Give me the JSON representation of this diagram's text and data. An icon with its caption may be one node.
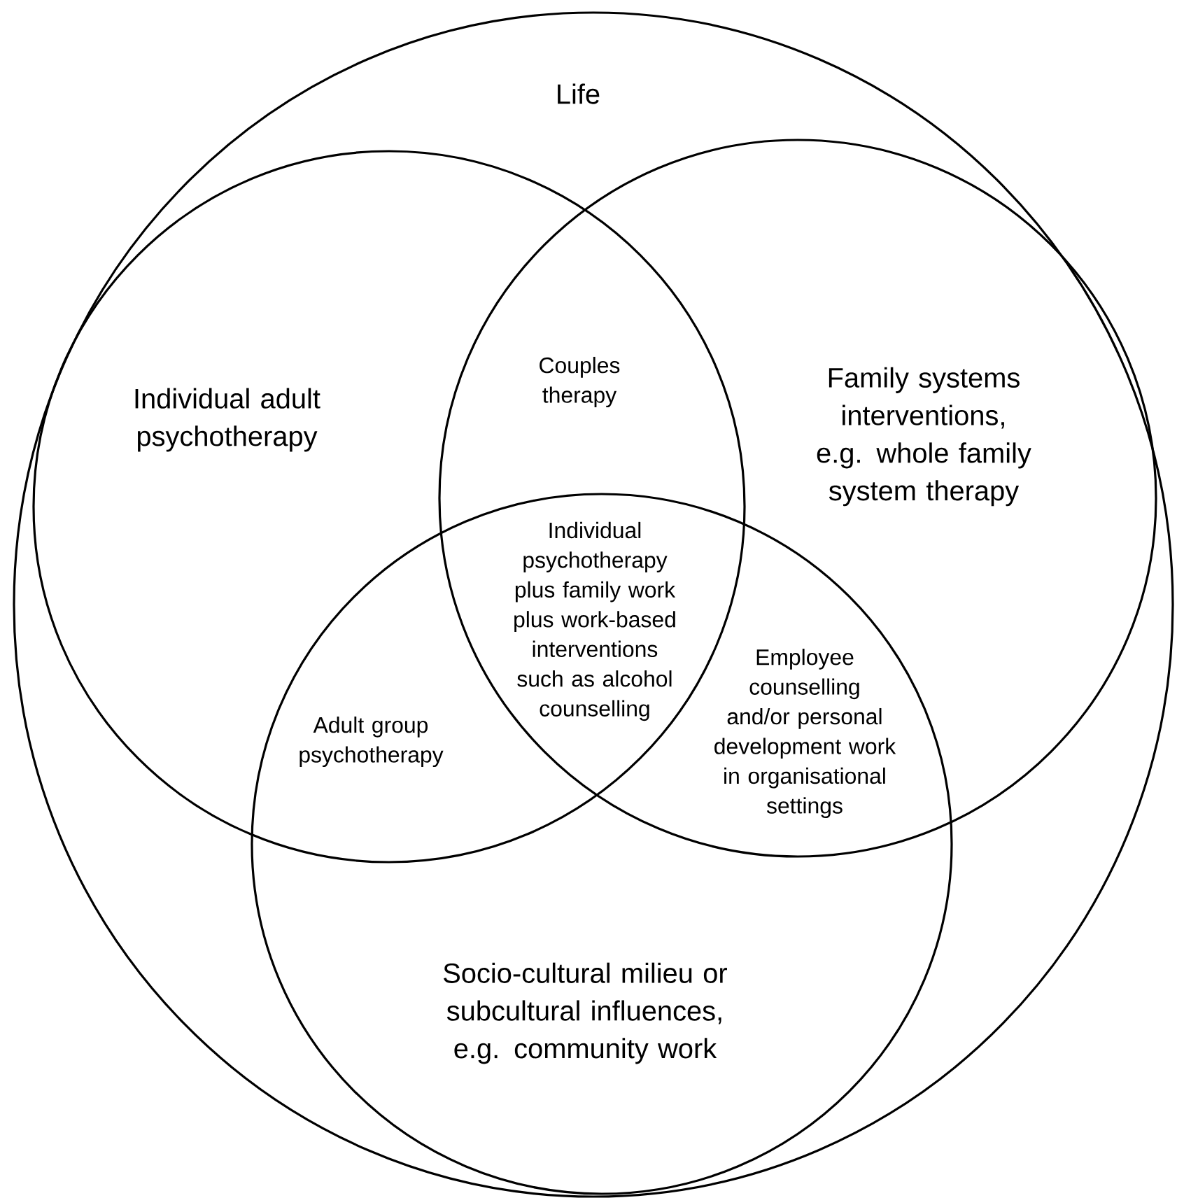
{
  "diagram": {
    "nodes": [
      {
        "text": [
          "Life"
        ]
      },
      {
        "text": [
          "Individual adult psychotherapy"
        ],
        "in": 0
      },
      {
        "text": [
          "Family systems interventions, e.g. whole family system therapy"
        ],
        "in": 0
      },
      {
        "text": [
          "Socio-cultural milieu or subcultural influences, e.g. community work"
        ],
        "in": 0
      }
    ],
    "labels": [
      "Couples therapy",
      "Individual psychotherapy plus family work plus work-based interventions such as alcohol counselling",
      "Adult group psychotherapy",
      "Employee counselling and/or personal development work in organisational settings"
    ]
  }
}
